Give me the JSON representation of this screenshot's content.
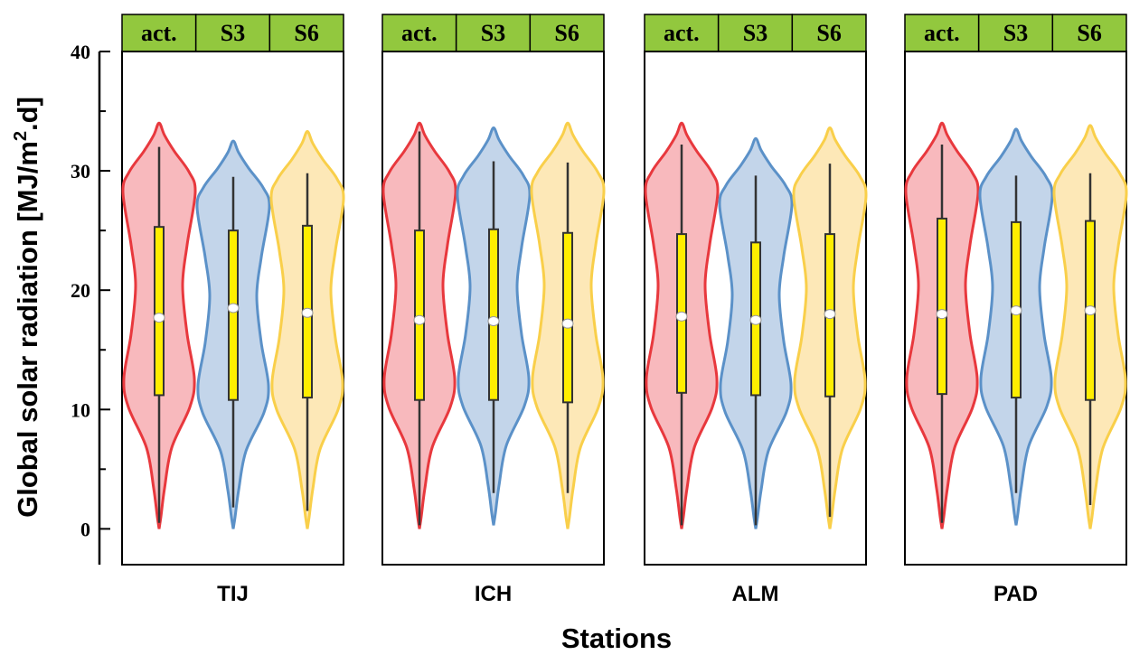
{
  "chart_data": {
    "type": "violin",
    "ylabel": "Global solar radiation [MJ/m².d]",
    "xlabel": "Stations",
    "ylim": [
      -3,
      40
    ],
    "yticks": [
      0,
      10,
      20,
      30,
      40
    ],
    "scenarios": [
      "act.",
      "S3",
      "S6"
    ],
    "colors": {
      "act.": {
        "fill": "#f8b9bd",
        "stroke": "#e8383d"
      },
      "S3": {
        "fill": "#c3d5ea",
        "stroke": "#5b91c8"
      },
      "S6": {
        "fill": "#fde8b7",
        "stroke": "#f9cf4a"
      },
      "box_fill": "#ffee00",
      "strip_fill": "#92c83e"
    },
    "stations": [
      {
        "name": "TIJ",
        "series": [
          {
            "scenario": "act.",
            "min": 0,
            "max": 34,
            "whisker_low": 0.5,
            "whisker_high": 32,
            "q1": 11.2,
            "median": 17.7,
            "q3": 25.3
          },
          {
            "scenario": "S3",
            "min": 0,
            "max": 32.5,
            "whisker_low": 1.8,
            "whisker_high": 29.5,
            "q1": 10.8,
            "median": 18.5,
            "q3": 25.0
          },
          {
            "scenario": "S6",
            "min": 0,
            "max": 33.3,
            "whisker_low": 1.5,
            "whisker_high": 29.8,
            "q1": 11.0,
            "median": 18.1,
            "q3": 25.4
          }
        ]
      },
      {
        "name": "ICH",
        "series": [
          {
            "scenario": "act.",
            "min": 0,
            "max": 34,
            "whisker_low": 0.3,
            "whisker_high": 33.3,
            "q1": 10.8,
            "median": 17.5,
            "q3": 25.0
          },
          {
            "scenario": "S3",
            "min": 0.3,
            "max": 33.6,
            "whisker_low": 3.0,
            "whisker_high": 30.8,
            "q1": 10.8,
            "median": 17.4,
            "q3": 25.1
          },
          {
            "scenario": "S6",
            "min": 0,
            "max": 34,
            "whisker_low": 3.0,
            "whisker_high": 30.7,
            "q1": 10.6,
            "median": 17.2,
            "q3": 24.8
          }
        ]
      },
      {
        "name": "ALM",
        "series": [
          {
            "scenario": "act.",
            "min": 0,
            "max": 34,
            "whisker_low": 0.3,
            "whisker_high": 32.2,
            "q1": 11.4,
            "median": 17.8,
            "q3": 24.7
          },
          {
            "scenario": "S3",
            "min": 0,
            "max": 32.7,
            "whisker_low": 0.3,
            "whisker_high": 29.6,
            "q1": 11.2,
            "median": 17.5,
            "q3": 24.0
          },
          {
            "scenario": "S6",
            "min": 0,
            "max": 33.6,
            "whisker_low": 1.0,
            "whisker_high": 30.6,
            "q1": 11.1,
            "median": 18.0,
            "q3": 24.7
          }
        ]
      },
      {
        "name": "PAD",
        "series": [
          {
            "scenario": "act.",
            "min": 0,
            "max": 34,
            "whisker_low": 0.5,
            "whisker_high": 32.2,
            "q1": 11.3,
            "median": 18.0,
            "q3": 26.0
          },
          {
            "scenario": "S3",
            "min": 0.3,
            "max": 33.5,
            "whisker_low": 3.0,
            "whisker_high": 29.6,
            "q1": 11.0,
            "median": 18.3,
            "q3": 25.7
          },
          {
            "scenario": "S6",
            "min": 0,
            "max": 33.8,
            "whisker_low": 2.0,
            "whisker_high": 29.8,
            "q1": 10.8,
            "median": 18.3,
            "q3": 25.8
          }
        ]
      }
    ]
  }
}
